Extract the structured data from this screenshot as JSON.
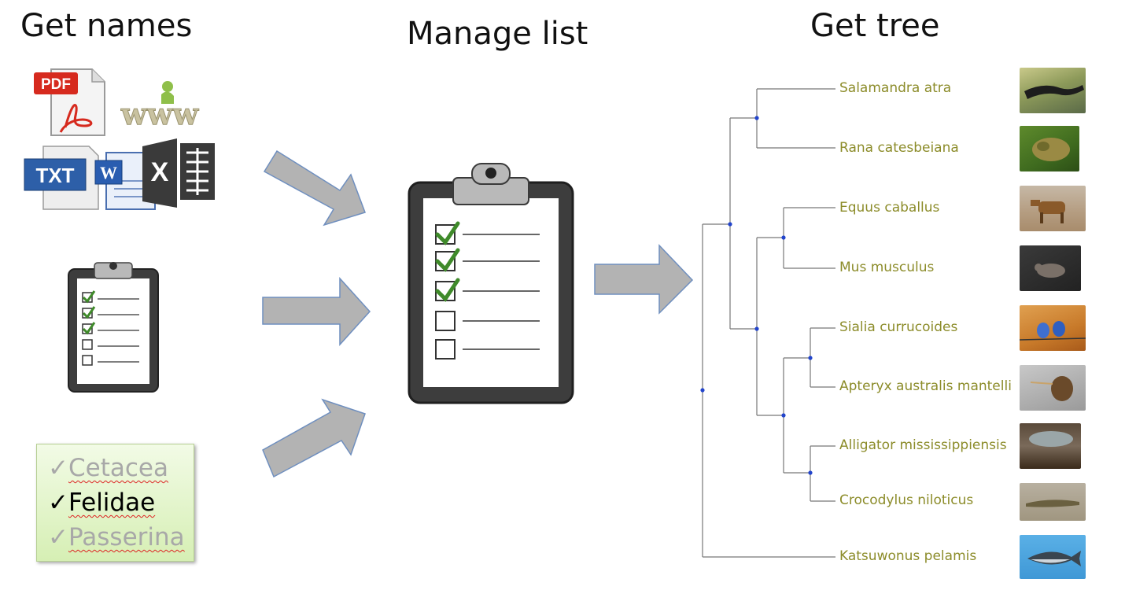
{
  "headings": {
    "get_names": "Get names",
    "manage_list": "Manage list",
    "get_tree": "Get tree"
  },
  "file_icons": {
    "pdf": "PDF",
    "www": "www",
    "txt": "TXT",
    "word": "W",
    "excel": "X"
  },
  "name_list": [
    {
      "check": "✓",
      "name": "Cetacea",
      "style": "grey"
    },
    {
      "check": "✓",
      "name": "Felidae",
      "style": "black"
    },
    {
      "check": "✓",
      "name": "Passerina",
      "style": "grey"
    }
  ],
  "checklist": {
    "checked_items": 3,
    "unchecked_items": 2
  },
  "tree": {
    "leaves": [
      {
        "label": "Salamandra atra"
      },
      {
        "label": "Rana catesbeiana"
      },
      {
        "label": "Equus caballus"
      },
      {
        "label": "Mus musculus"
      },
      {
        "label": "Sialia currucoides"
      },
      {
        "label": "Apteryx australis mantelli"
      },
      {
        "label": "Alligator mississippiensis"
      },
      {
        "label": "Crocodylus niloticus"
      },
      {
        "label": "Katsuwonus pelamis"
      }
    ]
  },
  "colors": {
    "arrow_fill": "#b3b3b3",
    "arrow_stroke": "#6f8fbf",
    "leaf_label": "#8c8c2a",
    "node_dot": "#2244cc",
    "check_green": "#3f8a2a"
  }
}
